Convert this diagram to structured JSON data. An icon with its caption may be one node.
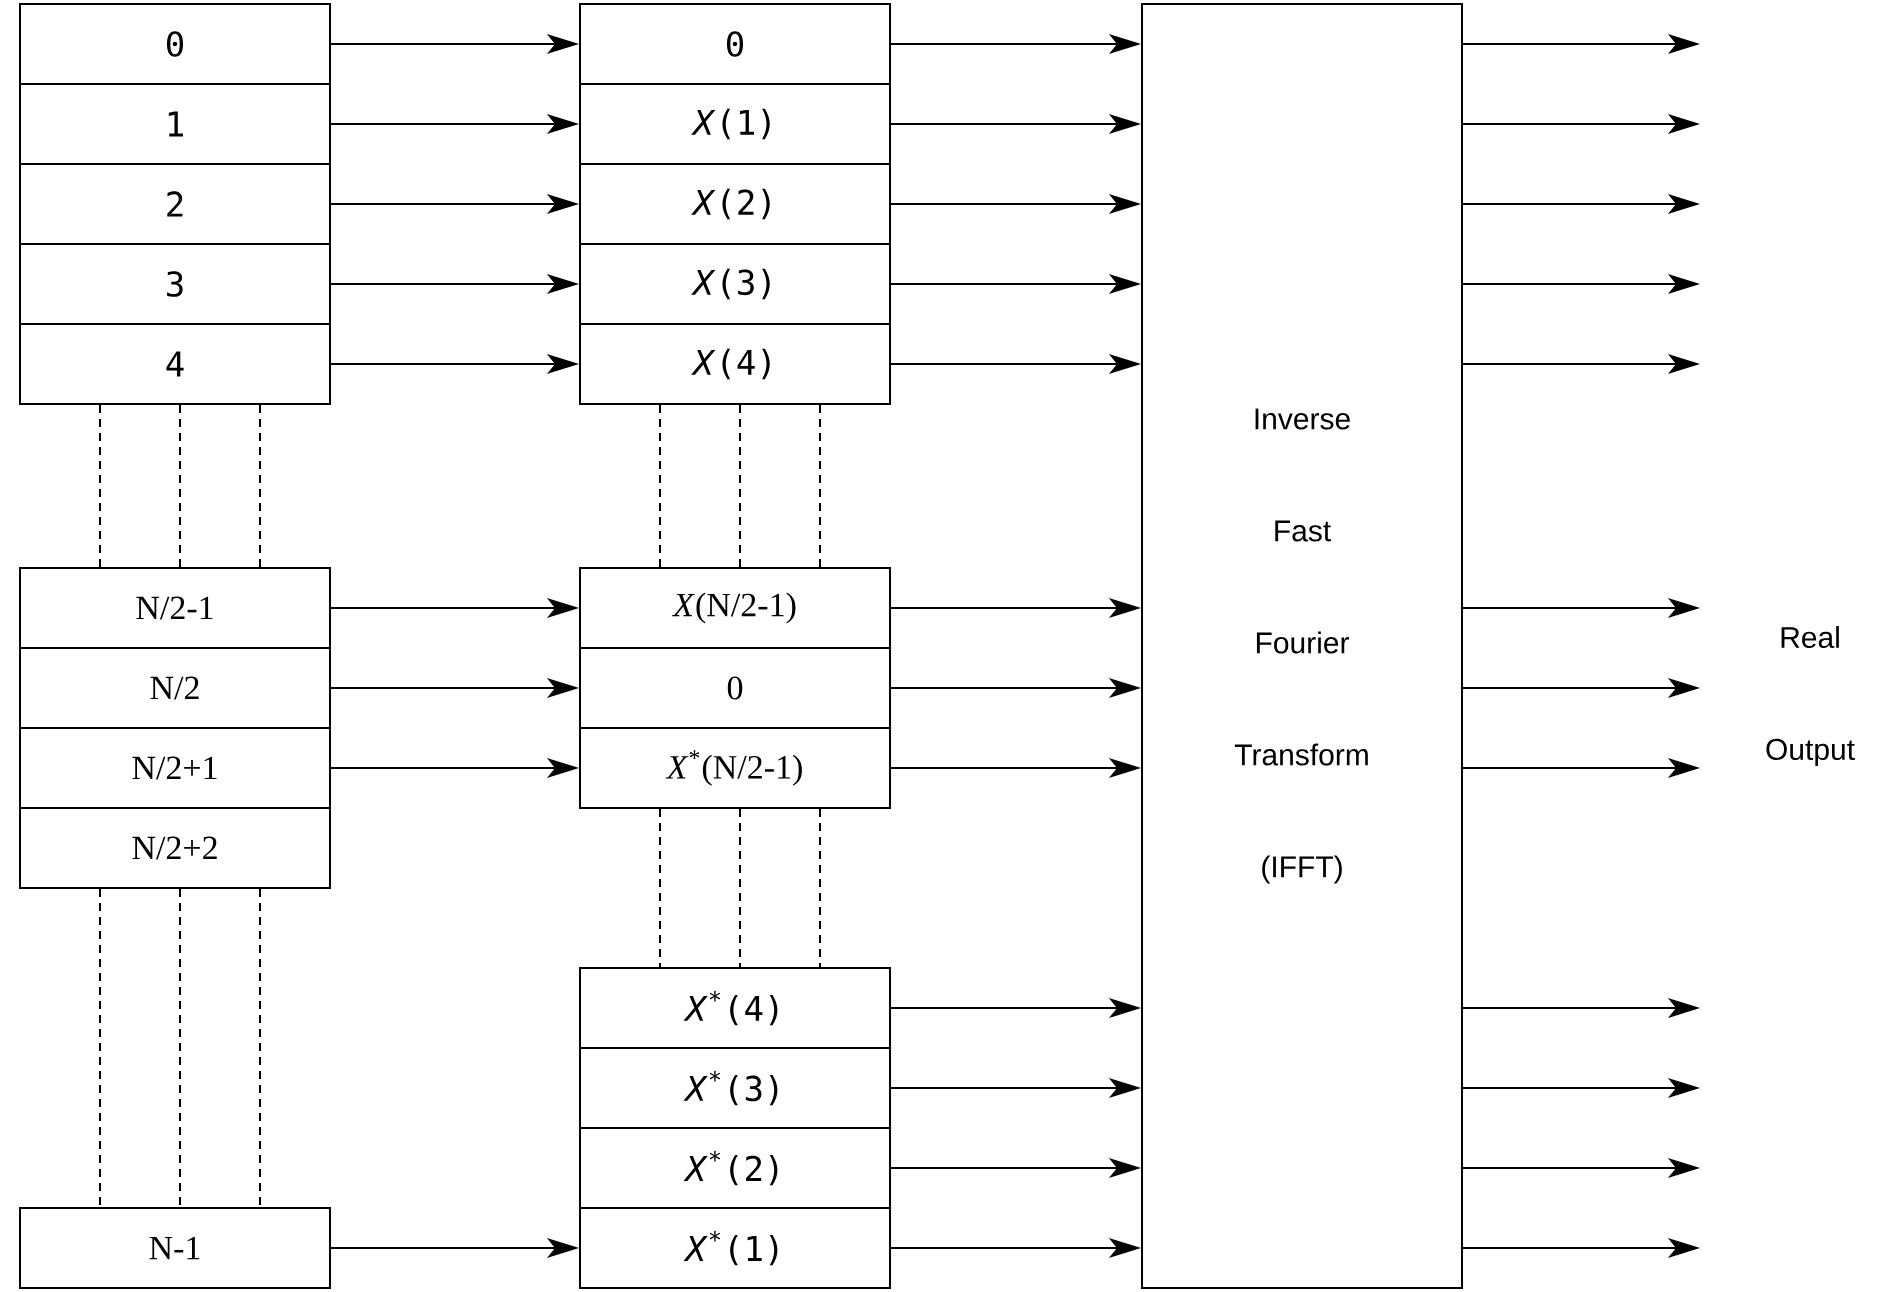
{
  "diagram": {
    "nodes": [
      {
        "text": [
          "0"
        ]
      },
      {
        "text": [
          "1"
        ]
      },
      {
        "text": [
          "2"
        ]
      },
      {
        "text": [
          "3"
        ]
      },
      {
        "text": [
          "4"
        ]
      },
      {
        "text": [
          "N/2-1"
        ]
      },
      {
        "text": [
          "N/2"
        ]
      },
      {
        "text": [
          "N/2+1"
        ]
      },
      {
        "text": [
          "N/2+2"
        ]
      },
      {
        "text": [
          "N-1"
        ]
      },
      {
        "text": [
          "0"
        ]
      },
      {
        "text": [
          "*X*(1)"
        ]
      },
      {
        "text": [
          "*X*(2)"
        ]
      },
      {
        "text": [
          "*X*(3)"
        ]
      },
      {
        "text": [
          "*X*(4)"
        ]
      },
      {
        "text": [
          "*X*(N/2-1)"
        ]
      },
      {
        "text": [
          "0"
        ]
      },
      {
        "text": [
          "*X*$^{*}$(N/2-1)"
        ]
      },
      {
        "text": [
          "*X*$^{*}$(4)"
        ]
      },
      {
        "text": [
          "*X*$^{*}$(3)"
        ]
      },
      {
        "text": [
          "*X*$^{*}$(2)"
        ]
      },
      {
        "text": [
          "*X*$^{*}$(1)"
        ]
      },
      {
        "text": [
          "Inverse Fast Fourier Transform",
          "(IFFT)"
        ]
      }
    ],
    "edges": [
      {
        "from": 0,
        "to": 10,
        "arrow": "to"
      },
      {
        "from": 1,
        "to": 11,
        "arrow": "to"
      },
      {
        "from": 2,
        "to": 12,
        "arrow": "to"
      },
      {
        "from": 3,
        "to": 13,
        "arrow": "to"
      },
      {
        "from": 4,
        "to": 14,
        "arrow": "to"
      },
      {
        "from": 5,
        "to": 15,
        "arrow": "to"
      },
      {
        "from": 6,
        "to": 16,
        "arrow": "to"
      },
      {
        "from": 7,
        "to": 17,
        "arrow": "to"
      },
      {
        "from": 9,
        "to": 21,
        "arrow": "to"
      },
      {
        "from": 10,
        "to": 22,
        "arrow": "to"
      },
      {
        "from": 11,
        "to": 22,
        "arrow": "to"
      },
      {
        "from": 12,
        "to": 22,
        "arrow": "to"
      },
      {
        "from": 13,
        "to": 22,
        "arrow": "to"
      },
      {
        "from": 14,
        "to": 22,
        "arrow": "to"
      },
      {
        "from": 15,
        "to": 22,
        "arrow": "to"
      },
      {
        "from": 16,
        "to": 22,
        "arrow": "to"
      },
      {
        "from": 17,
        "to": 22,
        "arrow": "to"
      },
      {
        "from": 18,
        "to": 22,
        "arrow": "to"
      },
      {
        "from": 19,
        "to": 22,
        "arrow": "to"
      },
      {
        "from": 20,
        "to": 22,
        "arrow": "to"
      },
      {
        "from": 21,
        "to": 22,
        "arrow": "to"
      },
      {
        "from": 22,
        "to": null,
        "arrow": "to"
      },
      {
        "from": 22,
        "to": null,
        "arrow": "to"
      },
      {
        "from": 22,
        "to": null,
        "arrow": "to"
      },
      {
        "from": 22,
        "to": null,
        "arrow": "to"
      },
      {
        "from": 22,
        "to": null,
        "arrow": "to"
      },
      {
        "from": 22,
        "to": null,
        "arrow": "to"
      },
      {
        "from": 22,
        "to": null,
        "arrow": "to"
      },
      {
        "from": 22,
        "to": null,
        "arrow": "to"
      },
      {
        "from": 22,
        "to": null,
        "arrow": "to"
      },
      {
        "from": 22,
        "to": null,
        "arrow": "to"
      },
      {
        "from": 22,
        "to": null,
        "arrow": "to"
      },
      {
        "from": 22,
        "to": null,
        "arrow": "to"
      },
      {
        "from": 4,
        "to": 5,
        "arrow": "none",
        "style": "dashed"
      },
      {
        "from": 4,
        "to": 5,
        "arrow": "none",
        "style": "dashed"
      },
      {
        "from": 4,
        "to": 5,
        "arrow": "none",
        "style": "dashed"
      },
      {
        "from": 8,
        "to": 9,
        "arrow": "none",
        "style": "dashed"
      },
      {
        "from": 8,
        "to": 9,
        "arrow": "none",
        "style": "dashed"
      },
      {
        "from": 8,
        "to": 9,
        "arrow": "none",
        "style": "dashed"
      },
      {
        "from": 14,
        "to": 15,
        "arrow": "none",
        "style": "dashed"
      },
      {
        "from": 14,
        "to": 15,
        "arrow": "none",
        "style": "dashed"
      },
      {
        "from": 14,
        "to": 15,
        "arrow": "none",
        "style": "dashed"
      },
      {
        "from": 17,
        "to": 18,
        "arrow": "none",
        "style": "dashed"
      },
      {
        "from": 17,
        "to": 18,
        "arrow": "none",
        "style": "dashed"
      },
      {
        "from": 17,
        "to": 18,
        "arrow": "none",
        "style": "dashed"
      }
    ],
    "labels": [
      "Real Output"
    ]
  }
}
